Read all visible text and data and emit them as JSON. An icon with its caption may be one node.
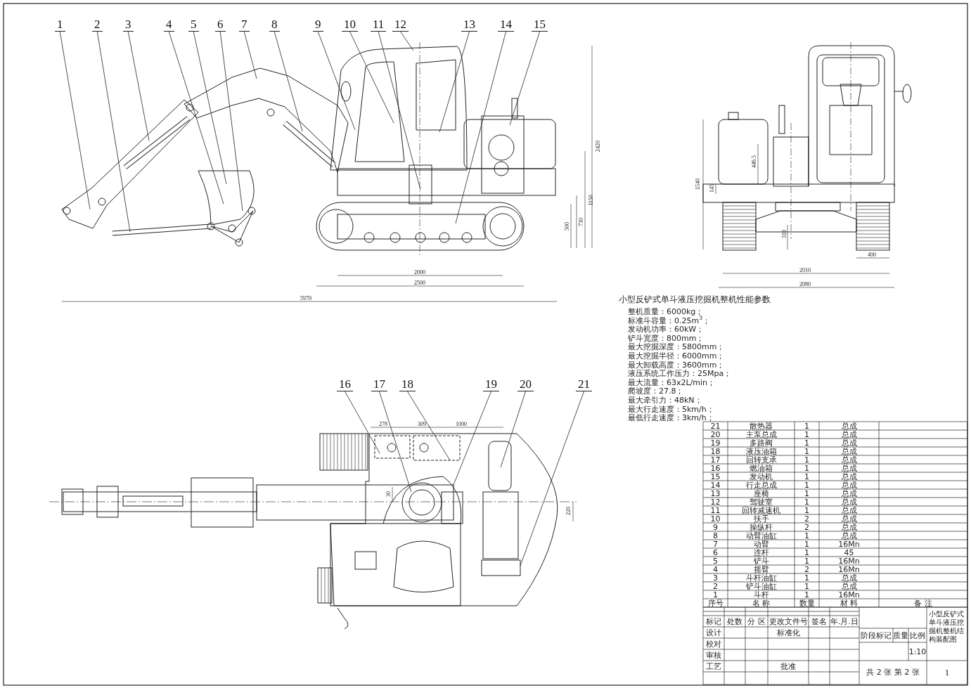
{
  "diagram": {
    "title": "小型反铲式单斗液压挖掘机整机结构装配图",
    "nodes": [
      {
        "text": [
          "1"
        ]
      },
      {
        "text": [
          "2"
        ]
      },
      {
        "text": [
          "3"
        ]
      },
      {
        "text": [
          "4"
        ]
      },
      {
        "text": [
          "5"
        ]
      },
      {
        "text": [
          "6"
        ]
      },
      {
        "text": [
          "7"
        ]
      },
      {
        "text": [
          "8"
        ]
      },
      {
        "text": [
          "9"
        ]
      },
      {
        "text": [
          "10"
        ]
      },
      {
        "text": [
          "11"
        ]
      },
      {
        "text": [
          "12"
        ]
      },
      {
        "text": [
          "13"
        ]
      },
      {
        "text": [
          "14"
        ]
      },
      {
        "text": [
          "15"
        ]
      },
      {
        "text": [
          "16"
        ]
      },
      {
        "text": [
          "17"
        ]
      },
      {
        "text": [
          "18"
        ]
      },
      {
        "text": [
          "19"
        ]
      },
      {
        "text": [
          "20"
        ]
      },
      {
        "text": [
          "21"
        ]
      }
    ],
    "edges": [
      {
        "from": 0,
        "to": null,
        "arrow": "none"
      },
      {
        "from": 1,
        "to": null,
        "arrow": "none"
      },
      {
        "from": 2,
        "to": null,
        "arrow": "none"
      },
      {
        "from": 3,
        "to": null,
        "arrow": "none"
      },
      {
        "from": 4,
        "to": null,
        "arrow": "none"
      },
      {
        "from": 5,
        "to": null,
        "arrow": "none"
      },
      {
        "from": 6,
        "to": null,
        "arrow": "none"
      },
      {
        "from": 7,
        "to": null,
        "arrow": "none"
      },
      {
        "from": 8,
        "to": null,
        "arrow": "none"
      },
      {
        "from": 9,
        "to": null,
        "arrow": "none"
      },
      {
        "from": 10,
        "to": null,
        "arrow": "none"
      },
      {
        "from": 11,
        "to": null,
        "arrow": "none"
      },
      {
        "from": 12,
        "to": null,
        "arrow": "none"
      },
      {
        "from": 13,
        "to": null,
        "arrow": "none"
      },
      {
        "from": 14,
        "to": null,
        "arrow": "none"
      },
      {
        "from": 15,
        "to": null,
        "arrow": "none"
      },
      {
        "from": 16,
        "to": null,
        "arrow": "none"
      },
      {
        "from": 17,
        "to": null,
        "arrow": "none"
      },
      {
        "from": 18,
        "to": null,
        "arrow": "none"
      },
      {
        "from": 19,
        "to": null,
        "arrow": "none"
      },
      {
        "from": 20,
        "to": null,
        "arrow": "none"
      }
    ],
    "labels": [
      "2420",
      "1150",
      "730",
      "500",
      "2000",
      "2500",
      "5970",
      "1540",
      "145",
      "446.5",
      "310",
      "400",
      "2010",
      "2080",
      "278",
      "309",
      "1000",
      "30",
      "220",
      "小型反铲式单斗液压挖掘机整机性能参数",
      "整机质量：6000kg；",
      "标准斗容量：0.25m$^{3}$；",
      "发动机功率：60kW；",
      "铲斗宽度：800mm；",
      "最大挖掘深度：5800mm；",
      "最大挖掘半径：6000mm；",
      "最大卸载高度：3600mm；",
      "液压系统工作压力：25Mpa；",
      "最大流量：63x2L/min；",
      "爬坡度：27.8；",
      "最大牵引力：48kN；",
      "最大行走速度：5km/h；",
      "最低行走速度：3km/h；",
      "21",
      "散热器",
      "1",
      "总成",
      "20",
      "主泵总成",
      "1",
      "总成",
      "19",
      "多路阀",
      "1",
      "总成",
      "18",
      "液压油箱",
      "1",
      "总成",
      "17",
      "回转支承",
      "1",
      "总成",
      "16",
      "燃油箱",
      "1",
      "总成",
      "15",
      "发动机",
      "1",
      "总成",
      "14",
      "行走总成",
      "1",
      "总成",
      "13",
      "座椅",
      "1",
      "总成",
      "12",
      "驾驶室",
      "1",
      "总成",
      "11",
      "回转减速机",
      "1",
      "总成",
      "10",
      "扶手",
      "2",
      "总成",
      "9",
      "操纵杆",
      "2",
      "总成",
      "8",
      "动臂油缸",
      "1",
      "总成",
      "7",
      "动臂",
      "1",
      "16Mn",
      "6",
      "连杆",
      "1",
      "45",
      "5",
      "铲斗",
      "1",
      "16Mn",
      "4",
      "摇臂",
      "2",
      "16Mn",
      "3",
      "斗杆油缸",
      "1",
      "总成",
      "2",
      "铲斗油缸",
      "1",
      "总成",
      "1",
      "斗杆",
      "1",
      "16Mn",
      "序号",
      "名 称",
      "数量",
      "材 料",
      "备 注",
      "标记",
      "处数",
      "分 区",
      "更改文件号",
      "签名",
      "年.月.日",
      "设计",
      "标准化",
      "校对",
      "审核",
      "工艺",
      "批准",
      "阶段标记",
      "质量",
      "比例",
      "1:10",
      "共 2 张 第 2 张",
      "1"
    ]
  }
}
